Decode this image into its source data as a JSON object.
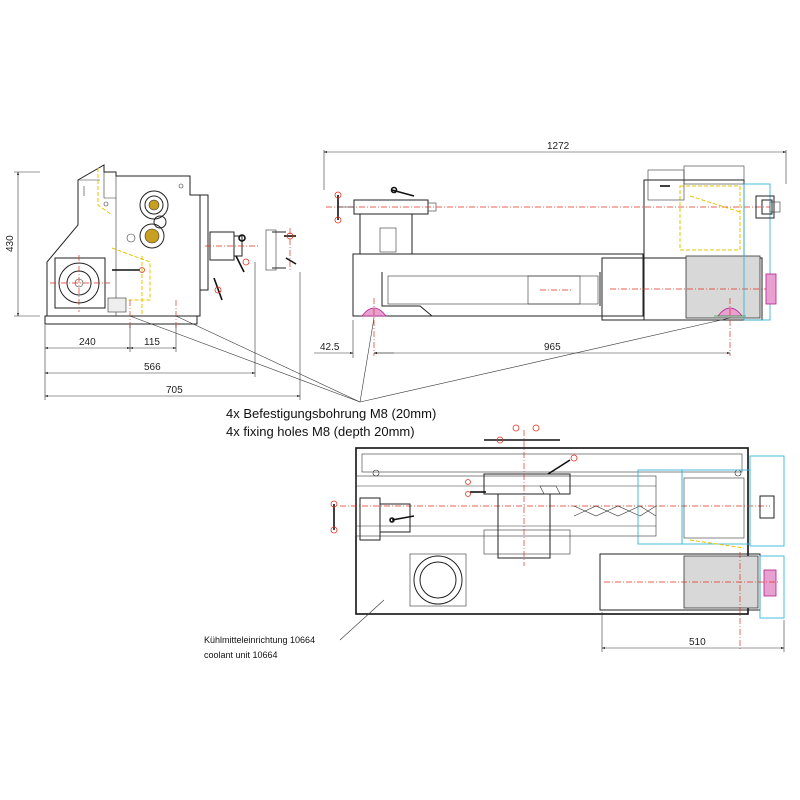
{
  "dimensions": {
    "overall_length": "1272",
    "height": "430",
    "side_240": "240",
    "side_115": "115",
    "side_566": "566",
    "side_705": "705",
    "front_42_5": "42.5",
    "front_965": "965",
    "top_510": "510"
  },
  "notes": {
    "fixing_de": "4x Befestigungsbohrung M8 (20mm)",
    "fixing_en": "4x fixing holes M8 (depth 20mm)",
    "coolant_de": "Kühlmitteleinrichtung 10664",
    "coolant_en": "coolant unit 10664"
  },
  "colors": {
    "centerline": "#e0301e",
    "hidden": "#e8c400",
    "motor_outline": "#38b6d8",
    "fixing_hole": "#b0208a"
  }
}
